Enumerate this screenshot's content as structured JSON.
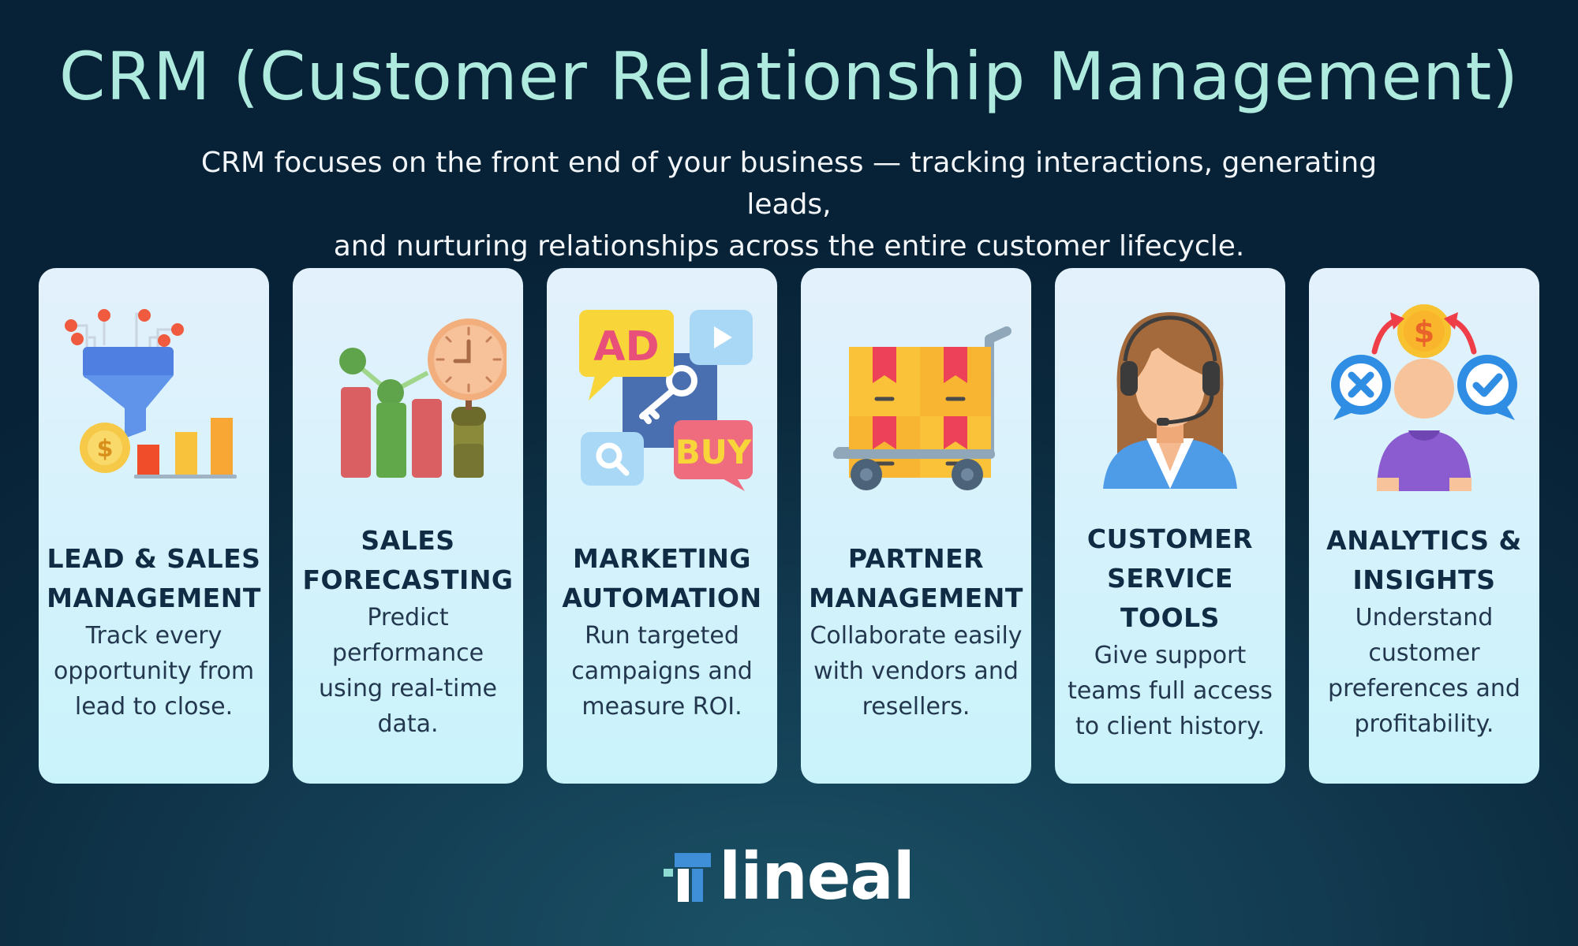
{
  "header": {
    "title": "CRM (Customer Relationship Management)",
    "subtitle_line1": "CRM focuses on the front end of your business — tracking interactions, generating leads,",
    "subtitle_line2": "and nurturing relationships across the entire customer lifecycle."
  },
  "cards": [
    {
      "icon": "sales-funnel-icon",
      "title": "LEAD & SALES MANAGEMENT",
      "description": "Track every opportunity from lead to close."
    },
    {
      "icon": "forecast-chart-clock-icon",
      "title": "SALES FORECASTING",
      "description": "Predict performance using real-time data."
    },
    {
      "icon": "marketing-ad-key-icon",
      "title": "MARKETING AUTOMATION",
      "description": "Run targeted campaigns and measure ROI."
    },
    {
      "icon": "cart-boxes-icon",
      "title": "PARTNER MANAGEMENT",
      "description": "Collaborate easily with vendors and resellers."
    },
    {
      "icon": "support-agent-headset-icon",
      "title": "CUSTOMER SERVICE TOOLS",
      "description": "Give support teams full access to client history."
    },
    {
      "icon": "customer-decision-icon",
      "title": "ANALYTICS & INSIGHTS",
      "description": "Understand customer preferences and profitability."
    }
  ],
  "icon_labels": {
    "ad": "AD",
    "buy": "BUY",
    "dollar": "$"
  },
  "brand": {
    "name": "lineal",
    "logo_icon": "lineal-logo-icon"
  },
  "colors": {
    "background": "#0b2a3e",
    "title": "#aeeadd",
    "card_top": "#e3f1fc",
    "card_bottom": "#c9f3fb",
    "card_title": "#102b44",
    "brand_accent": "#3e8fd8"
  }
}
